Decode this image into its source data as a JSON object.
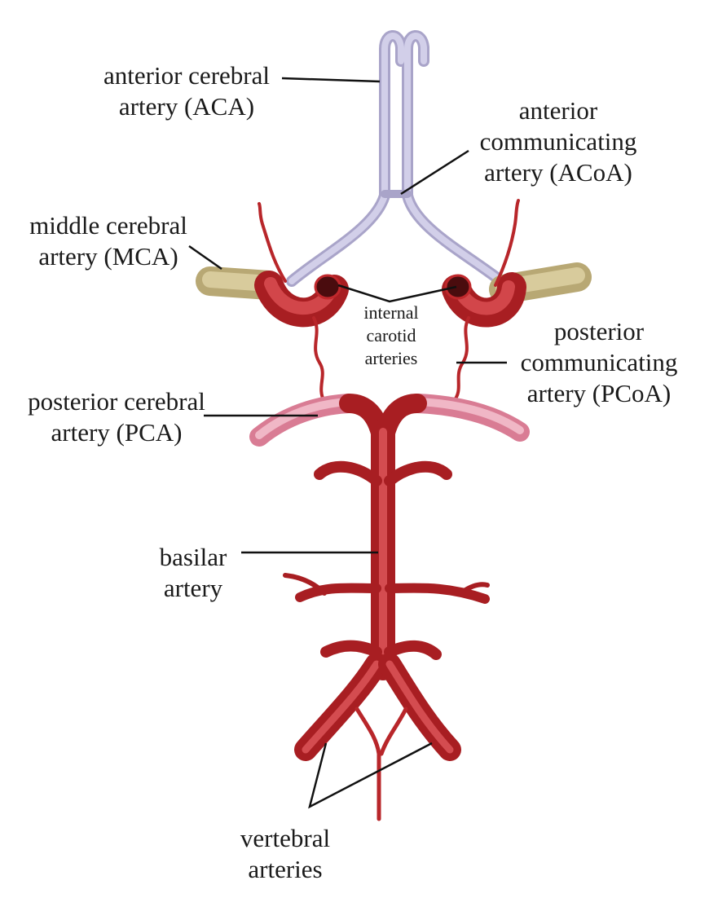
{
  "labels": {
    "aca": [
      "anterior cerebral",
      "artery (ACA)"
    ],
    "acoa": [
      "anterior",
      "communicating",
      "artery (ACoA)"
    ],
    "mca": [
      "middle cerebral",
      "artery (MCA)"
    ],
    "ica": [
      "internal",
      "carotid",
      "arteries"
    ],
    "pcoa": [
      "posterior",
      "communicating",
      "artery (PCoA)"
    ],
    "pca": [
      "posterior cerebral",
      "artery (PCA)"
    ],
    "basilar": [
      "basilar",
      "artery"
    ],
    "vertebral": [
      "vertebral",
      "arteries"
    ]
  },
  "colors": {
    "background": "#ffffff",
    "aca": "#c9c6e2",
    "mca_distal": "#cfc08e",
    "artery_red": "#c0282c",
    "artery_dark": "#8e1518",
    "pca_pink": "#e9a1b4",
    "leader": "#111111"
  }
}
